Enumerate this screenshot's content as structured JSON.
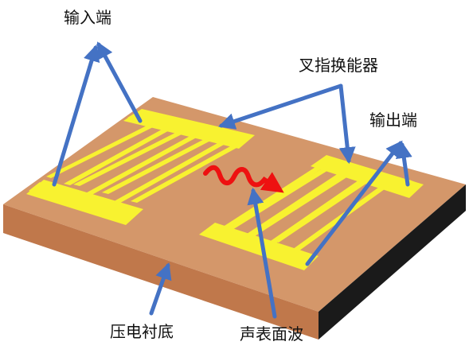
{
  "labels": {
    "input_port": "输入端",
    "idt": "叉指换能器",
    "output_port": "输出端",
    "substrate": "压电衬底",
    "saw": "声表面波"
  },
  "colors": {
    "substrate_top": "#D4976A",
    "substrate_front": "#C0784B",
    "substrate_side": "#1A1A1A",
    "electrode": "#F8F230",
    "arrow": "#4472C4",
    "wave": "#EE1111"
  }
}
